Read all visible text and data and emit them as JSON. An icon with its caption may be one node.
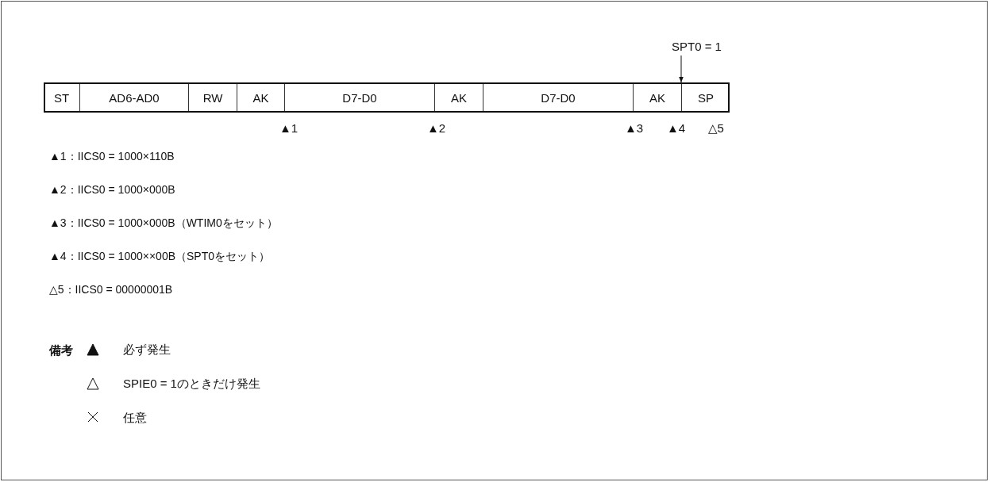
{
  "diagram": {
    "nodes": [
      {
        "text": [
          "ST"
        ]
      },
      {
        "text": [
          "AD6-AD0"
        ]
      },
      {
        "text": [
          "RW"
        ]
      },
      {
        "text": [
          "AK"
        ]
      },
      {
        "text": [
          "D7-D0"
        ]
      },
      {
        "text": [
          "AK"
        ]
      },
      {
        "text": [
          "D7-D0"
        ]
      },
      {
        "text": [
          "AK"
        ]
      },
      {
        "text": [
          "SP"
        ]
      },
      {
        "text": [
          "SPT0 = 1"
        ]
      }
    ],
    "edges": [
      {
        "from": 9,
        "to": 7,
        "arrow": "to"
      }
    ],
    "labels": [
      "▲1",
      "▲2",
      "▲3",
      "▲4",
      "△5",
      "▲1：IICS0 = 1000×110B",
      "▲2：IICS0 = 1000×000B",
      "▲3：IICS0 = 1000×000B（WTIM0をセット）",
      "▲4：IICS0 = 1000××00B（SPT0をセット）",
      "△5：IICS0 = 00000001B",
      "備考"
    ],
    "legend": [
      {
        "text": "必ず発生"
      },
      {
        "text": "SPIE0 = 1のときだけ発生"
      },
      {
        "text": "任意"
      }
    ]
  }
}
